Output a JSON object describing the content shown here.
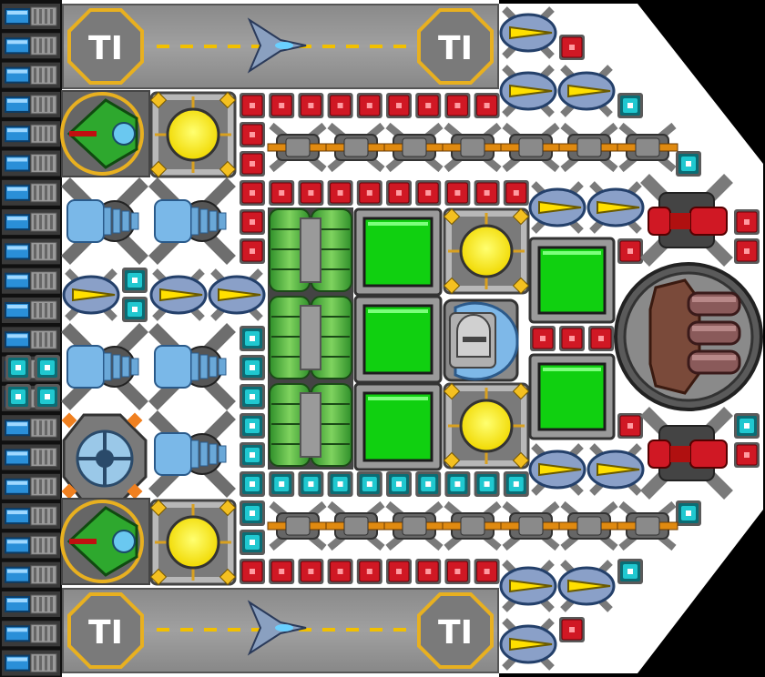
{
  "hangars": [
    {
      "id": "top",
      "pad_left_glyph": "TI",
      "pad_right_glyph": "TI"
    },
    {
      "id": "bottom",
      "pad_left_glyph": "TI",
      "pad_right_glyph": "TI"
    }
  ],
  "colors": {
    "background": "#000000",
    "hull": "#ffffff",
    "armor_red": "#d01824",
    "shield_cyan": "#20c8d0",
    "reactor_yellow": "#ffee00",
    "storage_green": "#10d010",
    "hangar_stripe": "#f2c000",
    "pad_gold": "#e8b020",
    "thruster_blue": "#2a8fd8"
  },
  "icons": {
    "armor": "armor-block-icon",
    "shield": "shield-generator-icon",
    "reactor": "reactor-icon",
    "laser": "laser-turret-icon",
    "cannon": "cannon-turret-icon",
    "missile": "missile-launcher-icon",
    "thruster": "thruster-icon",
    "fighter": "fighter-ship-icon"
  }
}
